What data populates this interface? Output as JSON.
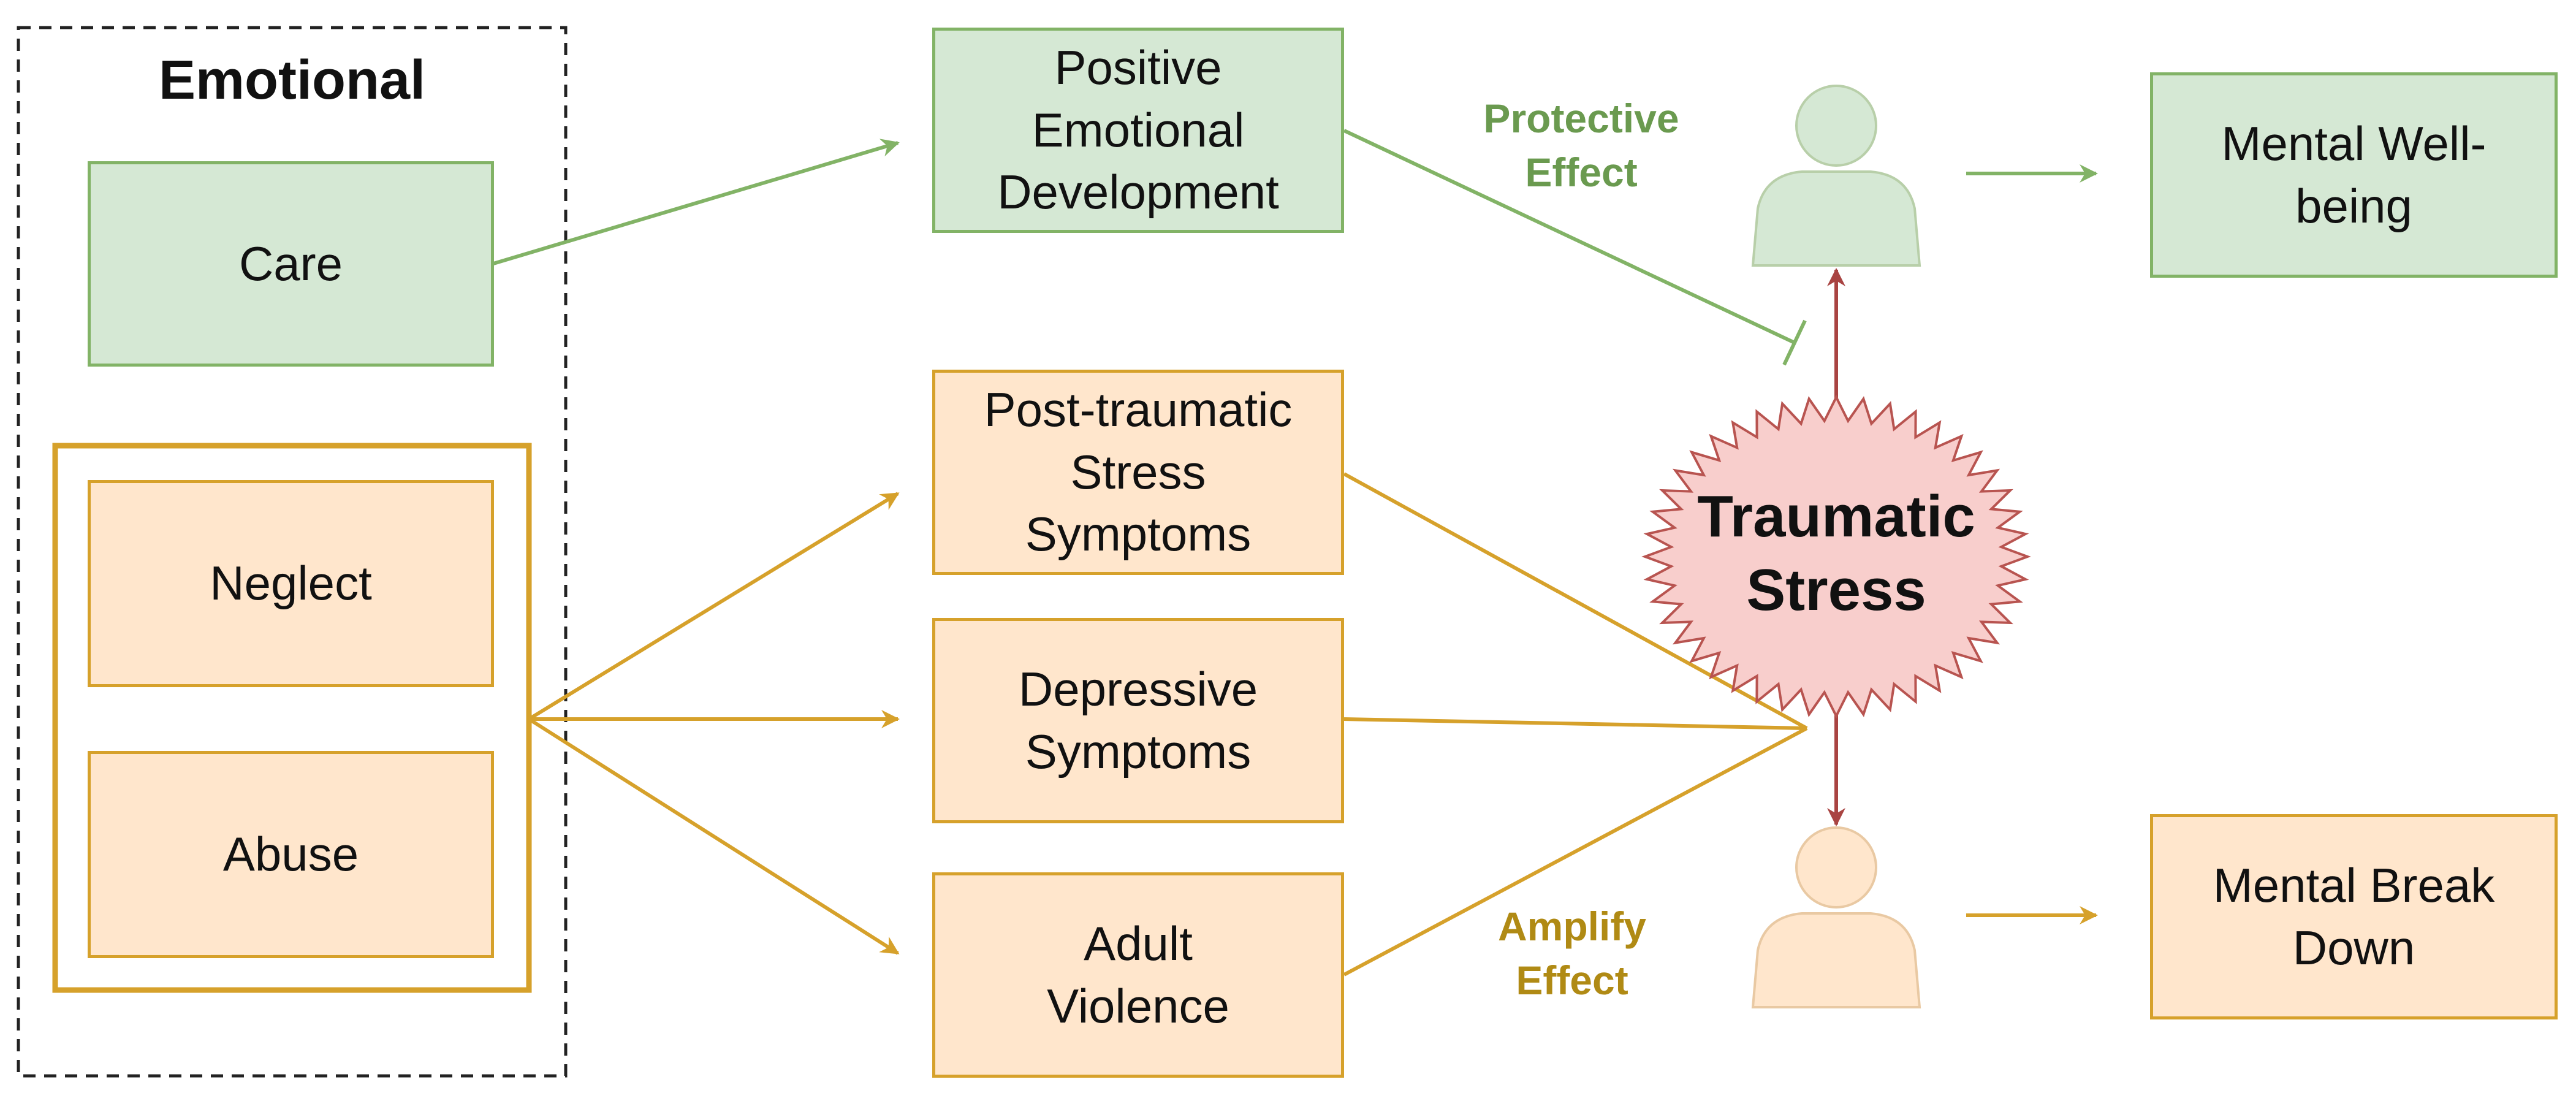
{
  "group": {
    "title": "Emotional"
  },
  "nodes": {
    "care": "Care",
    "neglect": "Neglect",
    "abuse": "Abuse",
    "positive": [
      "Positive",
      "Emotional",
      "Development"
    ],
    "ptss": [
      "Post-traumatic",
      "Stress",
      "Symptoms"
    ],
    "depressive": [
      "Depressive",
      "Symptoms"
    ],
    "violence": [
      "Adult",
      "Violence"
    ],
    "wellbeing": [
      "Mental Well-",
      "being"
    ],
    "breakdown": [
      "Mental Break",
      "Down"
    ],
    "stress": [
      "Traumatic",
      "Stress"
    ]
  },
  "labels": {
    "protective": [
      "Protective",
      "Effect"
    ],
    "amplify": [
      "Amplify",
      "Effect"
    ]
  },
  "colors": {
    "green_fill": "#d5e8d4",
    "green_stroke": "#82b366",
    "orange_fill": "#ffe6cc",
    "orange_stroke": "#d6a12b",
    "protective_text": "#6a9a4f",
    "amplify_text": "#b08a14",
    "stress_fill": "#f8cecc",
    "stress_stroke": "#b85450",
    "red_arrow": "#a94442"
  }
}
